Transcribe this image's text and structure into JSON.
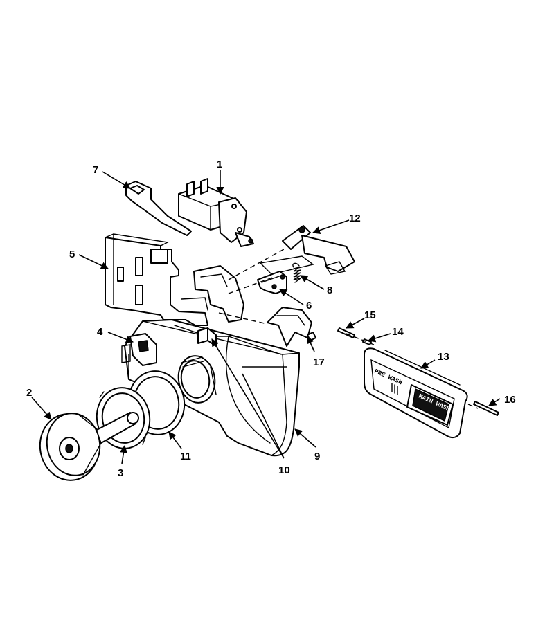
{
  "diagram": {
    "callouts": {
      "c1": "1",
      "c2": "2",
      "c3": "3",
      "c4": "4",
      "c5": "5",
      "c6": "6",
      "c7": "7",
      "c8": "8",
      "c9": "9",
      "c10": "10",
      "c11": "11",
      "c12": "12",
      "c13": "13",
      "c14": "14",
      "c15": "15",
      "c16": "16",
      "c17": "17"
    },
    "lid_text": {
      "upper": "PRE WASH",
      "lower": "MAIN WASH"
    }
  }
}
